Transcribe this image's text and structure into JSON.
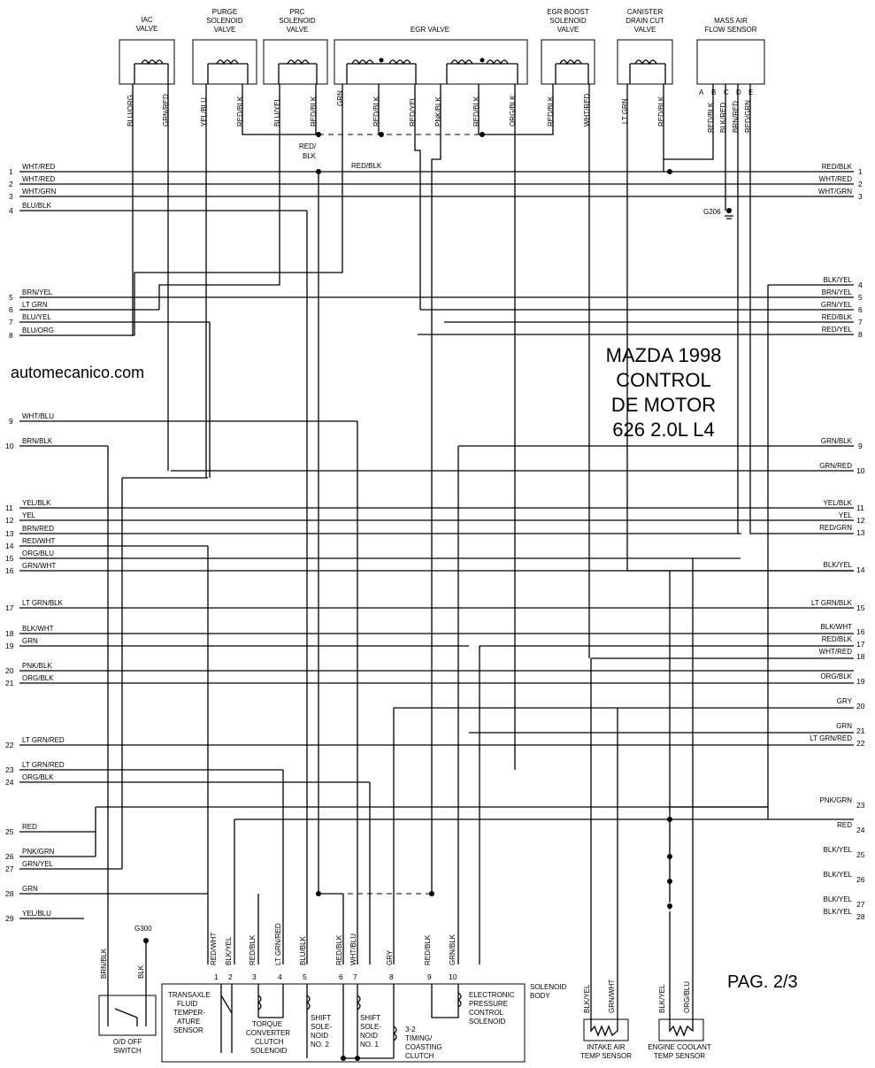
{
  "title": {
    "lines": [
      "MAZDA 1998",
      "CONTROL",
      "DE MOTOR",
      "626 2.0L L4"
    ]
  },
  "website": "automecanico.com",
  "page_label": "PAG. 2/3",
  "grounds": {
    "g206": "G206",
    "g300": "G300"
  },
  "splice_label": [
    "RED/",
    "BLK"
  ],
  "splice_label2": "RED/BLK",
  "top_components": {
    "iac": [
      "IAC",
      "VALVE"
    ],
    "purge": [
      "PURGE",
      "SOLENOID",
      "VALVE"
    ],
    "prc": [
      "PRC",
      "SOLENOID",
      "VALVE"
    ],
    "egr": [
      "EGR VALVE"
    ],
    "egr_boost": [
      "EGR BOOST",
      "SOLENOID",
      "VALVE"
    ],
    "canister": [
      "CANISTER",
      "DRAIN CUT",
      "VALVE"
    ],
    "maf": [
      "MASS AIR",
      "FLOW SENSOR"
    ]
  },
  "maf_pins": [
    "A",
    "B",
    "C",
    "D",
    "E"
  ],
  "top_wires": [
    "BLU/ORG",
    "GRN/RED",
    "YEL/BLU",
    "RED/BLK",
    "BLU/YEL",
    "RED/BLK",
    "GRN",
    "RED/BLK",
    "RED/YEL",
    "PNK/BLK",
    "RED/BLK",
    "ORG/BLK",
    "RED/BLK",
    "WHT/RED",
    "LT GRN",
    "RED/BLK",
    "RED/BLK",
    "BLK/RED",
    "BRN/RED",
    "RED/GRN"
  ],
  "left_pins": [
    {
      "num": "1",
      "label": "WHT/RED"
    },
    {
      "num": "2",
      "label": "WHT/RED"
    },
    {
      "num": "3",
      "label": "WHT/GRN"
    },
    {
      "num": "4",
      "label": "BLU/BLK"
    },
    {
      "num": "5",
      "label": "BRN/YEL"
    },
    {
      "num": "6",
      "label": "LT GRN"
    },
    {
      "num": "7",
      "label": "BLU/YEL"
    },
    {
      "num": "8",
      "label": "BLU/ORG"
    },
    {
      "num": "9",
      "label": "WHT/BLU"
    },
    {
      "num": "10",
      "label": "BRN/BLK"
    },
    {
      "num": "11",
      "label": "YEL/BLK"
    },
    {
      "num": "12",
      "label": "YEL"
    },
    {
      "num": "13",
      "label": "BRN/RED"
    },
    {
      "num": "14",
      "label": "RED/WHT"
    },
    {
      "num": "15",
      "label": "ORG/BLU"
    },
    {
      "num": "16",
      "label": "GRN/WHT"
    },
    {
      "num": "17",
      "label": "LT GRN/BLK"
    },
    {
      "num": "18",
      "label": "BLK/WHT"
    },
    {
      "num": "19",
      "label": "GRN"
    },
    {
      "num": "20",
      "label": "PNK/BLK"
    },
    {
      "num": "21",
      "label": "ORG/BLK"
    },
    {
      "num": "22",
      "label": "LT GRN/RED"
    },
    {
      "num": "23",
      "label": "LT GRN/RED"
    },
    {
      "num": "24",
      "label": "ORG/BLK"
    },
    {
      "num": "25",
      "label": "RED"
    },
    {
      "num": "26",
      "label": "PNK/GRN"
    },
    {
      "num": "27",
      "label": "GRN/YEL"
    },
    {
      "num": "28",
      "label": "GRN"
    },
    {
      "num": "29",
      "label": "YEL/BLU"
    }
  ],
  "right_pins": [
    {
      "num": "1",
      "label": "RED/BLK"
    },
    {
      "num": "2",
      "label": "WHT/RED"
    },
    {
      "num": "3",
      "label": "WHT/GRN"
    },
    {
      "num": "4",
      "label": "BLK/YEL"
    },
    {
      "num": "5",
      "label": "BRN/YEL"
    },
    {
      "num": "6",
      "label": "GRN/YEL"
    },
    {
      "num": "7",
      "label": "RED/BLK"
    },
    {
      "num": "8",
      "label": "RED/YEL"
    },
    {
      "num": "9",
      "label": "GRN/BLK"
    },
    {
      "num": "10",
      "label": "GRN/RED"
    },
    {
      "num": "11",
      "label": "YEL/BLK"
    },
    {
      "num": "12",
      "label": "YEL"
    },
    {
      "num": "13",
      "label": "RED/GRN"
    },
    {
      "num": "14",
      "label": "BLK/YEL"
    },
    {
      "num": "15",
      "label": "LT GRN/BLK"
    },
    {
      "num": "16",
      "label": "BLK/WHT"
    },
    {
      "num": "17",
      "label": "RED/BLK"
    },
    {
      "num": "18",
      "label": "WHT/RED"
    },
    {
      "num": "19",
      "label": "ORG/BLK"
    },
    {
      "num": "20",
      "label": "GRY"
    },
    {
      "num": "21",
      "label": "GRN"
    },
    {
      "num": "22",
      "label": "LT GRN/RED"
    },
    {
      "num": "23",
      "label": "PNK/GRN"
    },
    {
      "num": "24",
      "label": "RED"
    },
    {
      "num": "25",
      "label": "BLK/YEL"
    },
    {
      "num": "26",
      "label": "BLK/YEL"
    },
    {
      "num": "27",
      "label": "BLK/YEL"
    },
    {
      "num": "28",
      "label": "BLK/YEL"
    }
  ],
  "left_wire1_tail": "RED/BLK",
  "solenoid_body": {
    "title": [
      "SOLENOID",
      "BODY"
    ],
    "wires": [
      "RED/WHT",
      "BLK/YEL",
      "RED/BLK",
      "LT GRN/RED",
      "BLU/BLK",
      "RED/BLK",
      "WHT/BLU",
      "GRY",
      "RED/BLK",
      "GRN/BLK"
    ],
    "pins": [
      "1",
      "2",
      "3",
      "4",
      "5",
      "6",
      "7",
      "8",
      "9",
      "10"
    ],
    "tft": [
      "TRANSAXLE",
      "FLUID",
      "TEMPER-",
      "ATURE",
      "SENSOR"
    ],
    "tcc": [
      "TORQUE",
      "CONVERTER",
      "CLUTCH",
      "SOLENOID"
    ],
    "shift2": [
      "SHIFT",
      "SOLE-",
      "NOID",
      "NO. 2"
    ],
    "shift1": [
      "SHIFT",
      "SOLE-",
      "NOID",
      "NO. 1"
    ],
    "timing": [
      "3-2",
      "TIMING/",
      "COASTING",
      "CLUTCH"
    ],
    "epc": [
      "ELECTRONIC",
      "PRESSURE",
      "CONTROL",
      "SOLENOID"
    ]
  },
  "od_switch": {
    "wires": [
      "BRN/BLK",
      "BLK"
    ],
    "label": [
      "O/D OFF",
      "SWITCH"
    ]
  },
  "intake_sensor": {
    "wires": [
      "BLK/YEL",
      "GRN/WHT"
    ],
    "label": [
      "INTAKE AIR",
      "TEMP SENSOR"
    ]
  },
  "coolant_sensor": {
    "wires": [
      "BLK/YEL",
      "ORG/BLU"
    ],
    "label": [
      "ENGINE COOLANT",
      "TEMP SENSOR"
    ]
  }
}
